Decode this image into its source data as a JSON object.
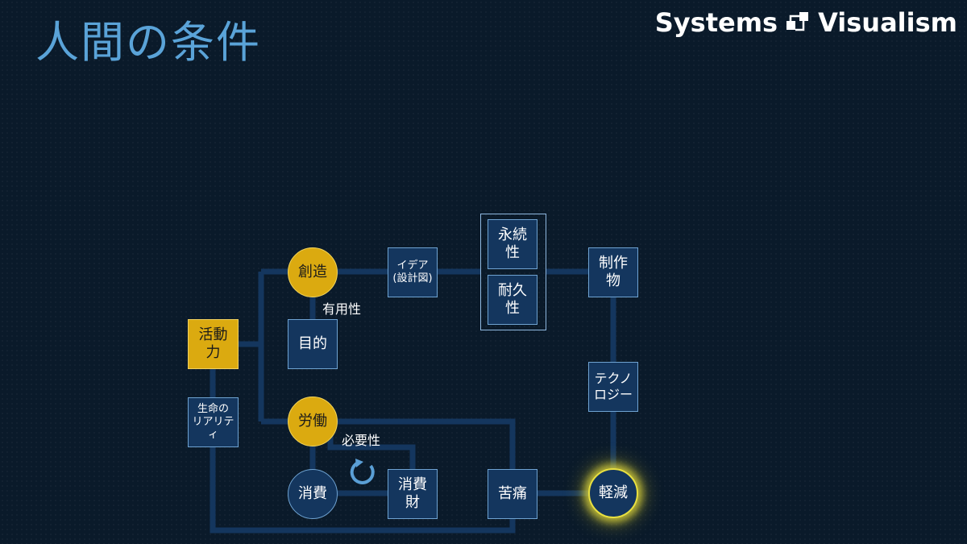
{
  "title": "人間の条件",
  "brand": {
    "left": "Systems",
    "right": "Visualism",
    "logo_icon": "squares-logo-icon"
  },
  "colors": {
    "background": "#0a1a2a",
    "title": "#5aa3d8",
    "line": "#14365e",
    "node_blue": "#14365e",
    "node_yellow": "#dbaa10",
    "glow": "#e8e040"
  },
  "diagram": {
    "nodes": {
      "souzou": "創造",
      "katsudouryoku": "活動\n力",
      "mokuteki": "目的",
      "roudou": "労働",
      "seimei": "生命の\nリアリティ",
      "shouhi": "消費",
      "shouhizai": "消費\n財",
      "kutsuu": "苦痛",
      "keigen": "軽減",
      "idea": "イデア\n(設計図)",
      "eizokusei": "永続\n性",
      "taikyuusei": "耐久\n性",
      "seisakubutsu": "制作\n物",
      "technology": "テクノ\nロジー"
    },
    "labels": {
      "yuuyousei": "有用性",
      "hitsuyousei": "必要性"
    },
    "cycle_icon": "circular-arrow-icon"
  }
}
